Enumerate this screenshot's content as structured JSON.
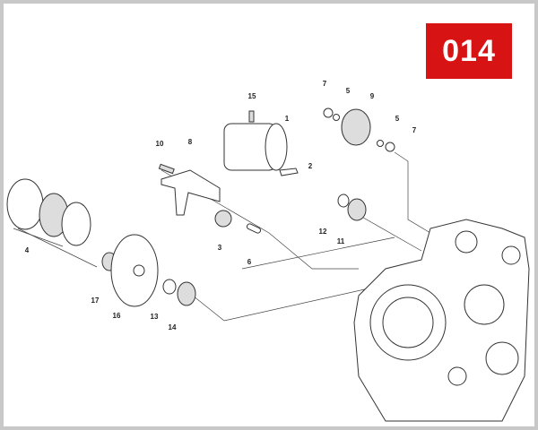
{
  "badge": {
    "text": "014",
    "color": "#d71314"
  },
  "parts": [
    {
      "id": "p15",
      "number": "15"
    },
    {
      "id": "p1",
      "number": "1"
    },
    {
      "id": "p7a",
      "number": "7"
    },
    {
      "id": "p5a",
      "number": "5"
    },
    {
      "id": "p9",
      "number": "9"
    },
    {
      "id": "p5b",
      "number": "5"
    },
    {
      "id": "p7b",
      "number": "7"
    },
    {
      "id": "p10",
      "number": "10"
    },
    {
      "id": "p8",
      "number": "8"
    },
    {
      "id": "p2",
      "number": "2"
    },
    {
      "id": "p12",
      "number": "12"
    },
    {
      "id": "p11",
      "number": "11"
    },
    {
      "id": "p4",
      "number": "4"
    },
    {
      "id": "p3",
      "number": "3"
    },
    {
      "id": "p6",
      "number": "6"
    },
    {
      "id": "p17",
      "number": "17"
    },
    {
      "id": "p16",
      "number": "16"
    },
    {
      "id": "p13",
      "number": "13"
    },
    {
      "id": "p14",
      "number": "14"
    }
  ]
}
